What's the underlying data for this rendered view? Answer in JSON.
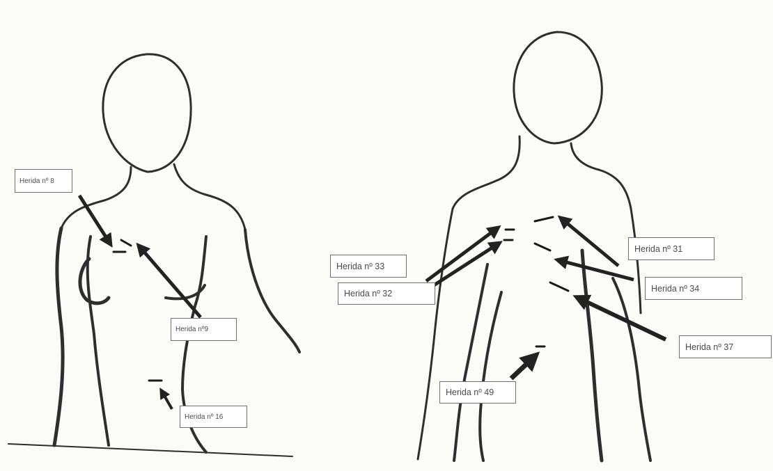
{
  "labels": {
    "w8": "Herida nº 8",
    "w9": "Herida nº9",
    "w16": "Herida nº 16",
    "w31": "Herida nº 31",
    "w33": "Herida nº 33",
    "w32": "Herida nº 32",
    "w34": "Herida nº 34",
    "w37": "Herida nº 37",
    "w49": "Herida nº 49"
  },
  "colors": {
    "ink": "#2e2e2e",
    "arrow": "#222222",
    "paper": "#fbfbf8",
    "label_border": "#6f6f6f"
  }
}
